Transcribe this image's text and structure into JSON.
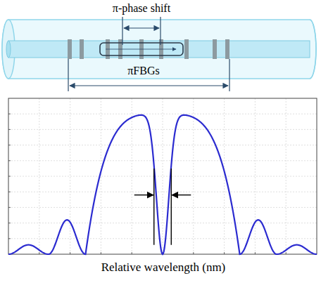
{
  "diagram": {
    "labels": [
      "π-phase shift",
      "πFBGs",
      "Relative wavelength (nm)"
    ]
  }
}
